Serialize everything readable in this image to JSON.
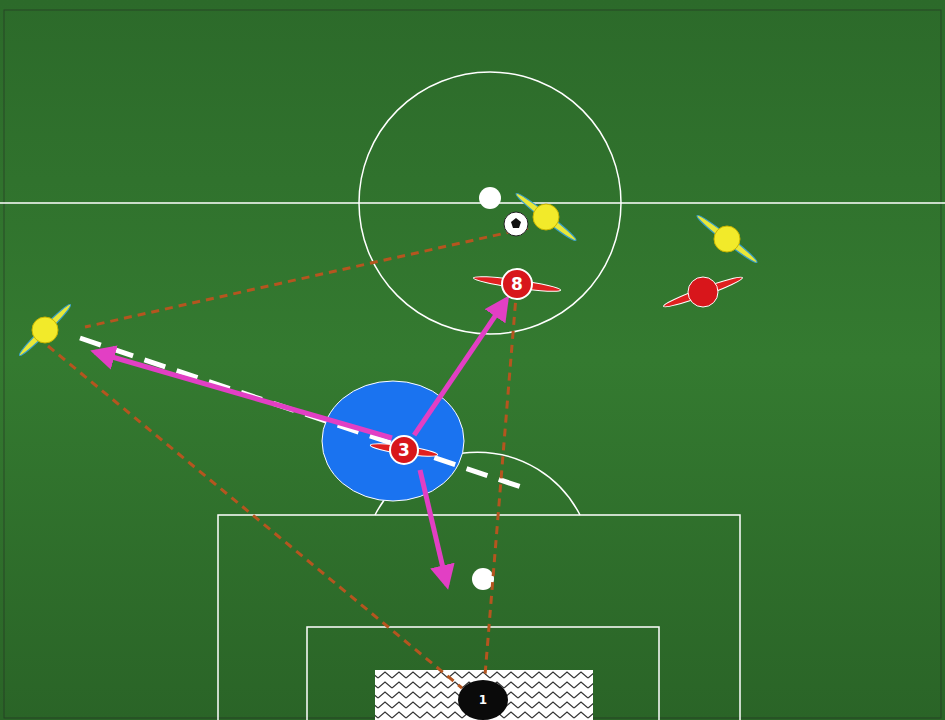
{
  "diagram": {
    "nodes": [
      {
        "text": [
          "8"
        ]
      },
      {
        "text": [
          "3"
        ]
      },
      {
        "text": [
          "1"
        ]
      }
    ],
    "edges": [
      {
        "from": 1,
        "to": 0,
        "arrow": "to"
      },
      {
        "from": 0,
        "to": 2,
        "arrow": "none"
      }
    ]
  }
}
